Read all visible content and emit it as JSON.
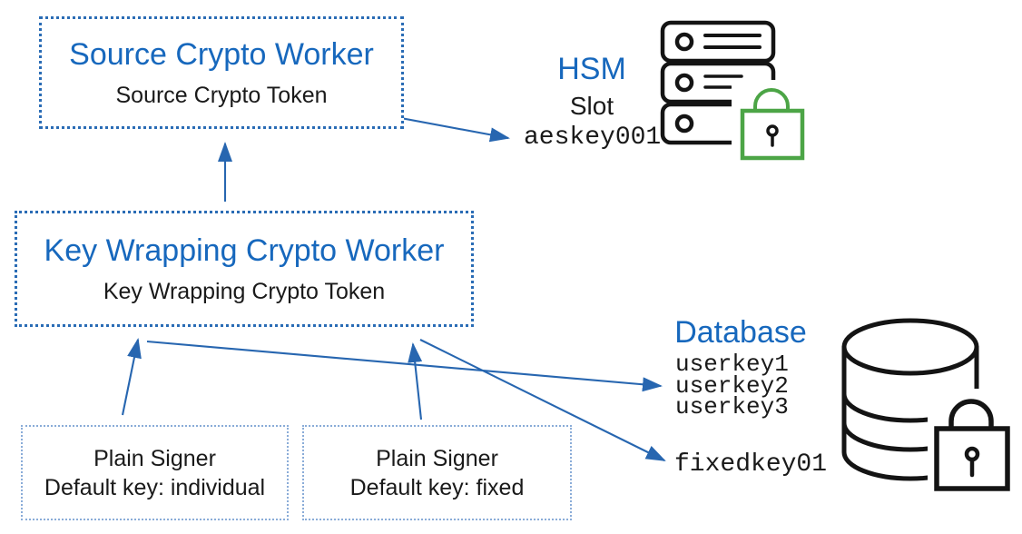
{
  "diagram": {
    "source_worker": {
      "title": "Source Crypto Worker",
      "token": "Source Crypto Token"
    },
    "key_wrapping_worker": {
      "title": "Key Wrapping Crypto Worker",
      "token": "Key Wrapping Crypto Token"
    },
    "plain_signer_individual": {
      "title": "Plain Signer",
      "default_key": "Default key: individual"
    },
    "plain_signer_fixed": {
      "title": "Plain Signer",
      "default_key": "Default key: fixed"
    },
    "hsm": {
      "title": "HSM",
      "slot_label": "Slot",
      "key_name": "aeskey001"
    },
    "database": {
      "title": "Database",
      "user_keys": [
        "userkey1",
        "userkey2",
        "userkey3"
      ],
      "fixed_key": "fixedkey01"
    }
  },
  "icons": {
    "hsm_server": "server-rack-icon",
    "hsm_lock": "green-padlock-icon",
    "database_cylinder": "database-cylinder-icon",
    "database_lock": "black-padlock-icon"
  },
  "arrows": [
    {
      "from": "key-wrapping-crypto-worker",
      "to": "source-crypto-worker"
    },
    {
      "from": "source-crypto-token",
      "to": "hsm-slot-aeskey001"
    },
    {
      "from": "plain-signer-individual",
      "to": "key-wrapping-crypto-worker"
    },
    {
      "from": "plain-signer-fixed",
      "to": "key-wrapping-crypto-worker"
    },
    {
      "from": "key-wrapping-crypto-worker",
      "to": "database-userkeys"
    },
    {
      "from": "key-wrapping-crypto-worker",
      "to": "database-fixedkey01"
    }
  ],
  "colors": {
    "blue_text": "#1768bd",
    "arrow_blue": "#2766b0",
    "border_strong": "#2a6cb5",
    "border_light": "#8aacd8",
    "lock_green": "#4ca546",
    "icon_black": "#141414",
    "text_black": "#1a1a1a",
    "background": "#ffffff"
  }
}
